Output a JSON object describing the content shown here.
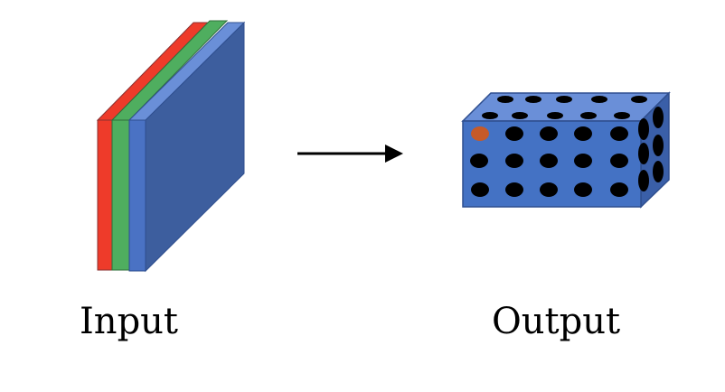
{
  "labels": {
    "input": "Input",
    "output": "Output"
  },
  "colors": {
    "red_channel": "#ee3b2a",
    "green_channel": "#4fae5f",
    "blue_channel": "#4a72c4",
    "volume_front": "#4472c4",
    "volume_top": "#6a8fd8",
    "volume_side": "#3a5fa8",
    "outline": "#2f4f8f",
    "highlight_dot": "#c65a28",
    "dot": "#000000",
    "arrow": "#000000"
  },
  "output_grid": {
    "front_rows": 3,
    "front_cols": 5,
    "highlighted_cell": [
      0,
      0
    ]
  }
}
